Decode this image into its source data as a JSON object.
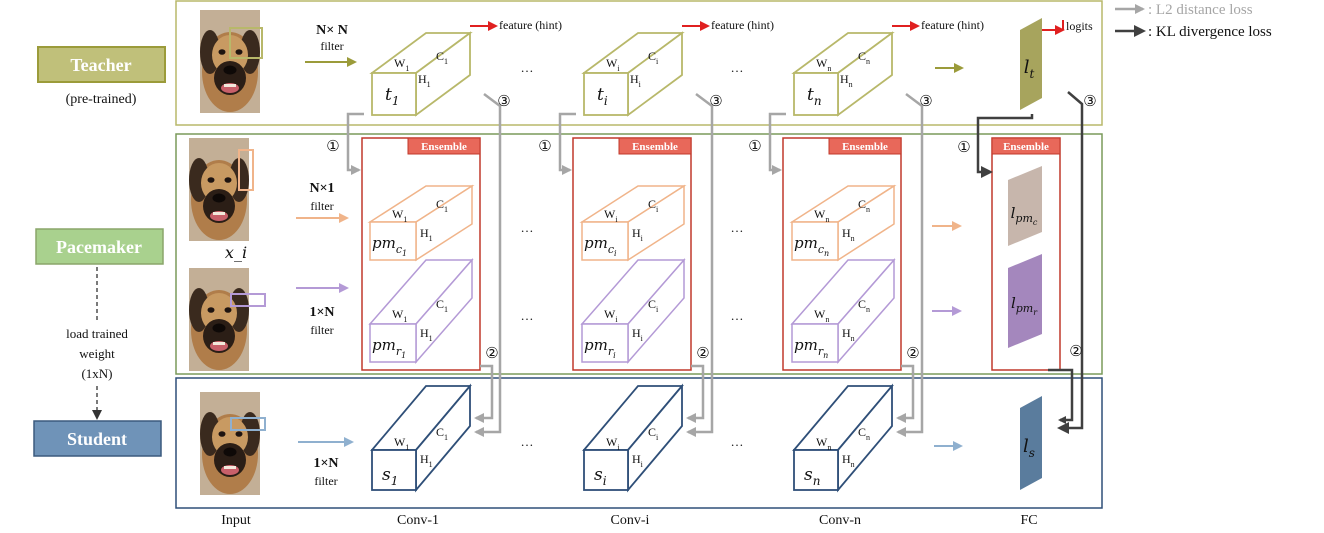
{
  "legend": {
    "l2_label": ": L2 distance loss",
    "kl_label": ": KL divergence loss",
    "l2_color": "#a6a6a6",
    "kl_color": "#404040"
  },
  "roles": {
    "teacher": "Teacher",
    "teacher_note": "(pre-trained)",
    "pacemaker": "Pacemaker",
    "student": "Student",
    "load_note": [
      "load trained",
      "weight",
      "(1xN)"
    ]
  },
  "colors": {
    "teacher": "#9b9b3a",
    "teacher_fill": "#c0c07a",
    "pacemaker_panel": "#8aa56a",
    "pacemaker_fill": "#a9d18e",
    "student": "#3b5a7e",
    "student_fill": "#6f93b8",
    "ensemble": "#e8685a",
    "ensemble_border": "#c0392b",
    "pm_c": "#f0b48a",
    "pm_r": "#b49ad6",
    "feature_arrow": "#e02020",
    "lpmc_fill": "#c7b6ac",
    "lpmr_fill": "#a487bd",
    "lt_fill": "#a7a45d",
    "ls_fill": "#5a7c9d"
  },
  "filters": {
    "teacher": [
      "N× N",
      "filter"
    ],
    "pm_c": [
      "N×1",
      "filter"
    ],
    "pm_r": [
      "1×N",
      "filter"
    ],
    "student": [
      "1×N",
      "filter"
    ]
  },
  "feature_hint": "feature (hint)",
  "logits": "logits",
  "ellipsis": "…",
  "ensemble_label": "Ensemble",
  "step_marks": {
    "one": "①",
    "two": "②",
    "three": "③"
  },
  "input_var": "x_i",
  "conv_columns": [
    {
      "W": "W",
      "Wsub": "1",
      "C": "C",
      "Csub": "1",
      "H": "H",
      "Hsub": "1",
      "t": "t",
      "tsub": "1",
      "s": "s",
      "ssub": "1",
      "pm": "pm",
      "pmsub_c": "c",
      "pmsub_r": "r",
      "idx": "1"
    },
    {
      "W": "W",
      "Wsub": "i",
      "C": "C",
      "Csub": "i",
      "H": "H",
      "Hsub": "i",
      "t": "t",
      "tsub": "i",
      "s": "s",
      "ssub": "i",
      "pm": "pm",
      "pmsub_c": "c",
      "pmsub_r": "r",
      "idx": "i"
    },
    {
      "W": "W",
      "Wsub": "n",
      "C": "C",
      "Csub": "n",
      "H": "H",
      "Hsub": "n",
      "t": "t",
      "tsub": "n",
      "s": "s",
      "ssub": "n",
      "pm": "pm",
      "pmsub_c": "c",
      "pmsub_r": "r",
      "idx": "n"
    }
  ],
  "logit_labels": {
    "teacher": {
      "base": "l",
      "sub": "t"
    },
    "pm_c": {
      "base": "l",
      "sub": "pm",
      "subsub": "c"
    },
    "pm_r": {
      "base": "l",
      "sub": "pm",
      "subsub": "r"
    },
    "student": {
      "base": "l",
      "sub": "s"
    }
  },
  "bottom_labels": [
    "Input",
    "Conv-1",
    "Conv-i",
    "Conv-n",
    "FC"
  ]
}
